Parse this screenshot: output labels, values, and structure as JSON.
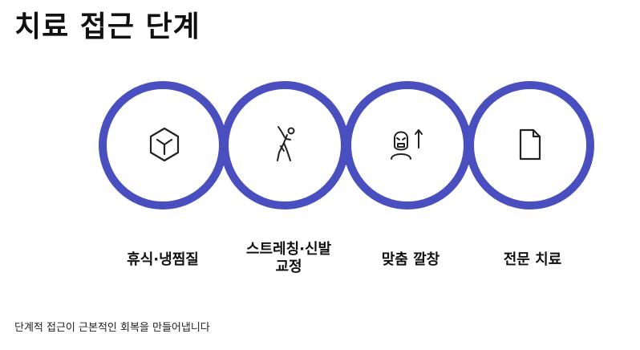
{
  "title": "치료 접근 단계",
  "steps": [
    {
      "label": "휴식·냉찜질",
      "icon": "cube-icon"
    },
    {
      "label": "스트레칭·신발\n교정",
      "icon": "stretching-person-icon"
    },
    {
      "label": "맞춤 깔창",
      "icon": "person-face-arrow-up-icon"
    },
    {
      "label": "전문 치료",
      "icon": "document-icon"
    }
  ],
  "footer": "단계적 접근이 근본적인 회복을 만들어냅니다",
  "colors": {
    "ring": "#4a4fbf",
    "icon": "#222222",
    "background": "#ffffff"
  }
}
